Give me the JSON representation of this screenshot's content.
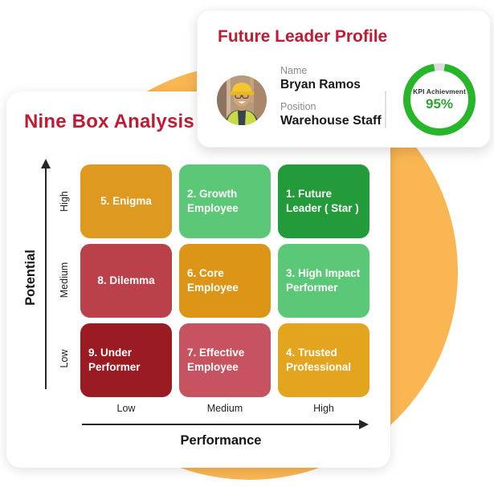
{
  "page": {
    "accent_circle_color": "#FAB653"
  },
  "profile_card": {
    "title": "Future Leader Profile",
    "title_color": "#C01B32",
    "name_label": "Name",
    "name_value": "Bryan Ramos",
    "position_label": "Position",
    "position_value": "Warehouse Staff",
    "kpi": {
      "label": "KPI Achievment",
      "value_text": "95%",
      "percent": 95,
      "ring_color": "#27B62A",
      "gap_color": "#DCDCDC",
      "value_color": "#2FA333"
    },
    "avatar_icon": "worker-portrait-photo"
  },
  "nine_box": {
    "title": "Nine Box Analysis",
    "title_color": "#C01B32",
    "y_axis": {
      "label": "Potential",
      "ticks": [
        "High",
        "Medium",
        "Low"
      ]
    },
    "x_axis": {
      "label": "Performance",
      "ticks": [
        "Low",
        "Medium",
        "High"
      ]
    },
    "cells": [
      {
        "label": "5. Enigma",
        "color": "#DE9920"
      },
      {
        "label": "2. Growth Employee",
        "color": "#5BC878"
      },
      {
        "label": "1. Future Leader ( Star )",
        "color": "#239B3A"
      },
      {
        "label": "8. Dilemma",
        "color": "#BA4149"
      },
      {
        "label": "6. Core Employee",
        "color": "#DD9517"
      },
      {
        "label": "3. High Impact Performer",
        "color": "#5BC878"
      },
      {
        "label": "9. Under Performer",
        "color": "#9A1C22"
      },
      {
        "label": "7. Effective Employee",
        "color": "#C75360"
      },
      {
        "label": "4. Trusted Professional",
        "color": "#E3A51D"
      }
    ]
  }
}
